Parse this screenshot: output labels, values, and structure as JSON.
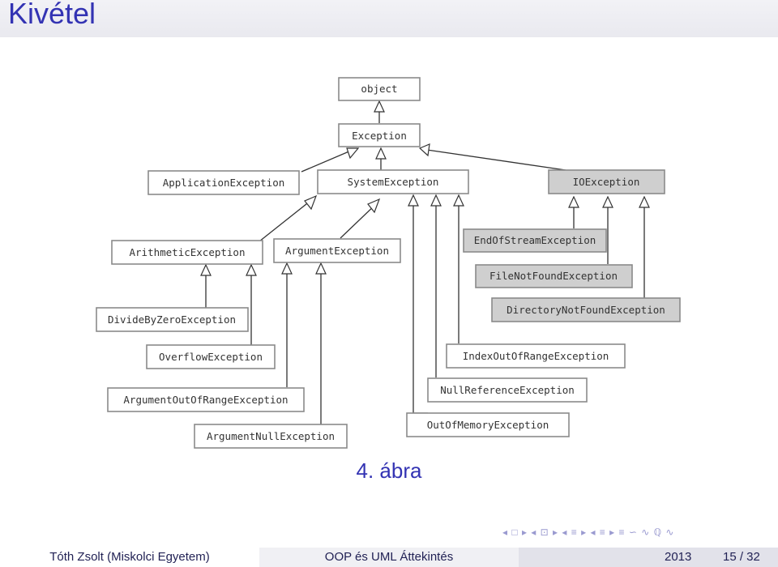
{
  "title": "Kivétel",
  "caption": "4. ábra",
  "diagram": {
    "nodes": {
      "object": "object",
      "exception": "Exception",
      "application": "ApplicationException",
      "system": "SystemException",
      "io": "IOException",
      "arithmetic": "ArithmeticException",
      "argument": "ArgumentException",
      "endofstream": "EndOfStreamException",
      "filenotfound": "FileNotFoundException",
      "dirnotfound": "DirectoryNotFoundException",
      "dividebyzero": "DivideByZeroException",
      "overflow": "OverflowException",
      "indexoutofrange": "IndexOutOfRangeException",
      "argoutofrange": "ArgumentOutOfRangeException",
      "nullreference": "NullReferenceException",
      "argnull": "ArgumentNullException",
      "outofmemory": "OutOfMemoryException"
    }
  },
  "nav": {
    "symbols": "◂ □ ▸ ◂ ⊡ ▸ ◂ ≡ ▸ ◂ ≡ ▸ ≡ ∽ ∿ ℚ ∿"
  },
  "footer": {
    "author": "Tóth Zsolt (Miskolci Egyetem)",
    "course": "OOP és UML Áttekintés",
    "date": "2013",
    "page": "15 / 32"
  }
}
